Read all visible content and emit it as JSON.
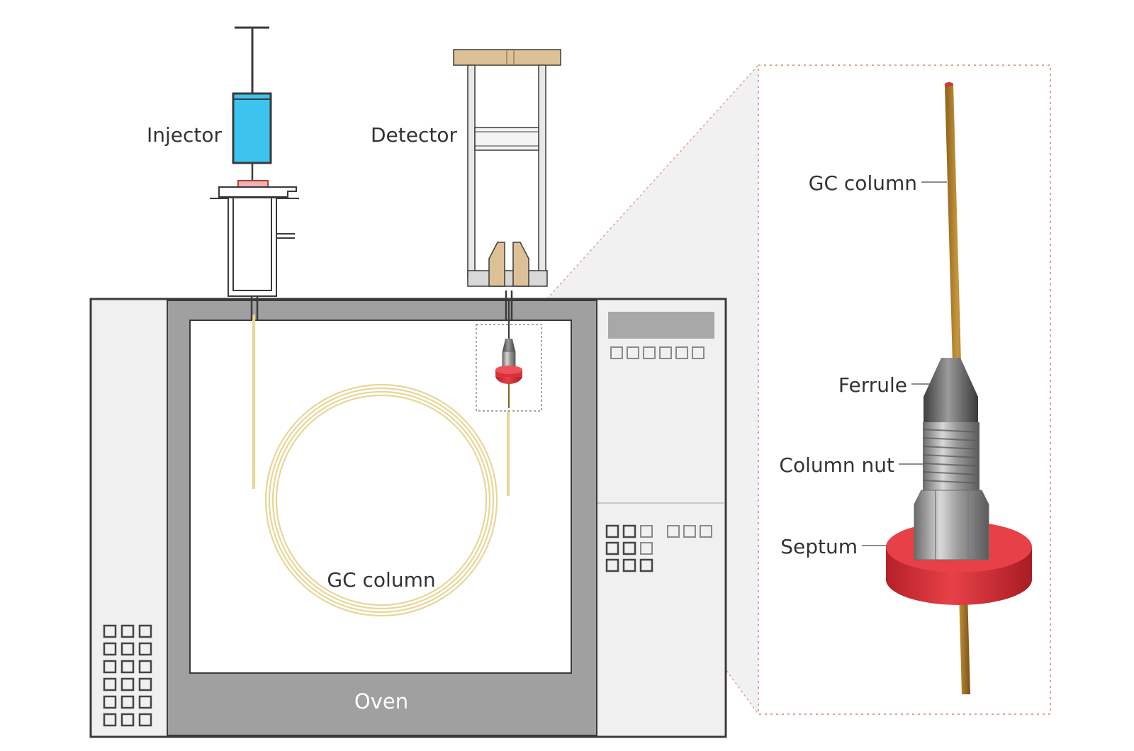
{
  "labels": {
    "injector": "Injector",
    "detector": "Detector",
    "gc_column_oven": "GC column",
    "oven": "Oven",
    "gc_column_detail": "GC column",
    "ferrule": "Ferrule",
    "column_nut": "Column nut",
    "septum": "Septum"
  },
  "colors": {
    "outline": "#3a3a3a",
    "oven_frame": "#a0a0a0",
    "panel_fill": "#f0f0f0",
    "syringe_barrel": "#3cc3ee",
    "detector_wood": "#dcc196",
    "column_coil": "#e8d698",
    "column_rod": "#b8862b",
    "septum_red": "#d8323a",
    "zoom_border": "#e0a090"
  },
  "icons": {
    "injector": "syringe-icon",
    "detector": "detector-icon"
  }
}
